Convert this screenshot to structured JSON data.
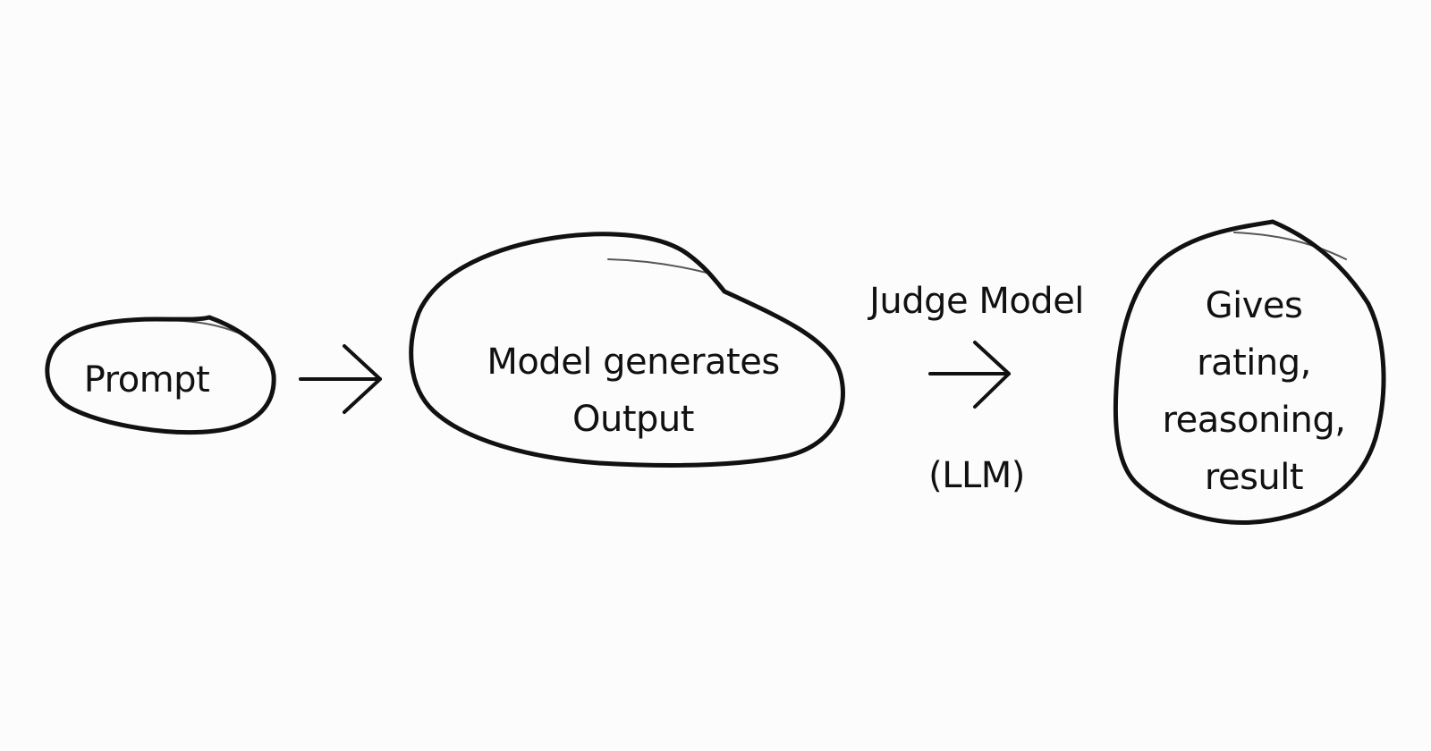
{
  "diagram": {
    "nodes": {
      "prompt": {
        "label": "Prompt"
      },
      "model_output": {
        "lines": [
          "Model generates",
          "Output"
        ]
      },
      "result": {
        "lines": [
          "Gives",
          "rating,",
          "reasoning,",
          "result"
        ]
      }
    },
    "edges": {
      "judge": {
        "label_top": "Judge Model",
        "label_bottom": "(LLM)"
      }
    }
  }
}
